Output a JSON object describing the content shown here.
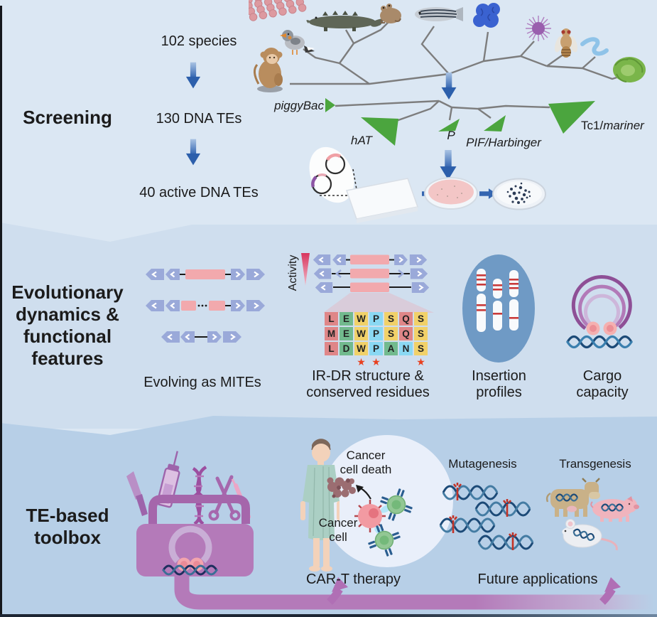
{
  "screening": {
    "label": "Screening",
    "steps": [
      "102 species",
      "130 DNA TEs",
      "40 active DNA TEs"
    ],
    "families": {
      "piggybac": "piggyBac",
      "hat": "hAT",
      "p": "P",
      "pif": "PIF/Harbinger",
      "tc1_upright": "Tc1/",
      "tc1_italic": "mariner"
    },
    "species_icons": [
      "monkey-icon",
      "zebra-finch-icon",
      "crocodile-icon",
      "frog-icon",
      "zebrafish-icon",
      "coral-icon",
      "sea-urchin-icon",
      "fruit-fly-icon",
      "nematode-icon",
      "lettuce-icon"
    ],
    "workflow_icons": [
      "plasmids-icon",
      "multiwell-plate-icon",
      "culture-dish-icon",
      "colony-dish-icon"
    ]
  },
  "evolution": {
    "label_lines": [
      "Evolutionary",
      "dynamics &",
      "functional",
      "features"
    ],
    "activity_label": "Activity",
    "caption_mites": "Evolving as MITEs",
    "caption_irdr_lines": [
      "IR-DR structure &",
      "conserved residues"
    ],
    "caption_insertion_lines": [
      "Insertion",
      "profiles"
    ],
    "caption_cargo_lines": [
      "Cargo",
      "capacity"
    ],
    "alignment": {
      "rows": [
        [
          "L",
          "E",
          "W",
          "P",
          "S",
          "Q",
          "S"
        ],
        [
          "M",
          "E",
          "W",
          "P",
          "S",
          "Q",
          "S"
        ],
        [
          "L",
          "D",
          "W",
          "P",
          "A",
          "N",
          "S"
        ]
      ],
      "cell_classes": [
        [
          "r",
          "g",
          "y",
          "c",
          "y",
          "r",
          "y"
        ],
        [
          "r",
          "g",
          "y",
          "c",
          "y",
          "r",
          "y"
        ],
        [
          "r",
          "g",
          "y",
          "c",
          "g",
          "c",
          "y"
        ]
      ],
      "starred_columns": [
        3,
        4,
        7
      ],
      "star_glyph": "★"
    }
  },
  "toolbox": {
    "label_lines": [
      "TE-based",
      "toolbox"
    ],
    "cart": {
      "death_lines": [
        "Cancer",
        "cell death"
      ],
      "cell_lines": [
        "Cancer",
        "cell"
      ],
      "caption": "CAR-T therapy"
    },
    "future": {
      "mutagenesis": "Mutagenesis",
      "transgenesis": "Transgenesis",
      "caption": "Future applications"
    }
  },
  "colors": {
    "bg_screening": "#dbe7f3",
    "bg_evolution": "#cfdeee",
    "bg_toolbox": "#b7cfe7",
    "arrow_blue_dark": "#2c5fab",
    "arrow_blue_light": "#a9c3e3",
    "tree_gray": "#7d7d7d",
    "family_green": "#4ba53e",
    "te_arrow_blue": "#9aa9d9",
    "te_pink": "#f2a9ad",
    "aa_red": "#df8688",
    "aa_green": "#72ba8e",
    "aa_yellow": "#f1d169",
    "aa_cyan": "#8ad8f3",
    "star_red": "#e8401f",
    "activity_wedge": "#d8355e",
    "insertion_oval": "#6f9ac5",
    "chromosome_band": "#c93a3a",
    "cargo_purple_dark": "#8e4f96",
    "cargo_purple_mid": "#b27ab8",
    "cargo_purple_light": "#cdb6da",
    "dna_blue": "#3a7fae",
    "dna_navy": "#1c4a77",
    "toolbox_purple": "#b47ab9",
    "gown_green": "#abcfc4",
    "cancer_pink": "#f29aa2",
    "cart_cell_green": "#92c794",
    "receptor_navy": "#2a5d8f",
    "cow_tan": "#c9b188",
    "pig_pink": "#f0b4bd",
    "mouse_white": "#eceef2"
  }
}
